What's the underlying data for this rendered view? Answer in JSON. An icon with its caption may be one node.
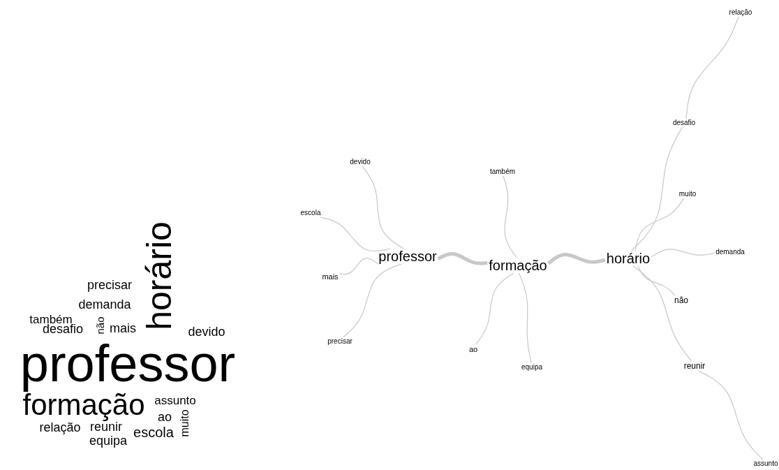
{
  "diagram": {
    "nodes": [
      {
        "text": [
          "professor"
        ]
      },
      {
        "text": [
          "formação"
        ]
      },
      {
        "text": [
          "horário"
        ]
      },
      {
        "text": [
          "devido"
        ]
      },
      {
        "text": [
          "escola"
        ]
      },
      {
        "text": [
          "mais"
        ]
      },
      {
        "text": [
          "precisar"
        ]
      },
      {
        "text": [
          "também"
        ]
      },
      {
        "text": [
          "ao"
        ]
      },
      {
        "text": [
          "equipa"
        ]
      },
      {
        "text": [
          "relação"
        ]
      },
      {
        "text": [
          "desafio"
        ]
      },
      {
        "text": [
          "muito"
        ]
      },
      {
        "text": [
          "demanda"
        ]
      },
      {
        "text": [
          "não"
        ]
      },
      {
        "text": [
          "reunir"
        ]
      },
      {
        "text": [
          "assunto"
        ]
      }
    ],
    "edges": [
      {
        "from": 0,
        "to": 1,
        "arrow": "none",
        "style": "thick"
      },
      {
        "from": 1,
        "to": 2,
        "arrow": "none",
        "style": "thick"
      },
      {
        "from": 0,
        "to": 3,
        "arrow": "none"
      },
      {
        "from": 0,
        "to": 4,
        "arrow": "none"
      },
      {
        "from": 0,
        "to": 5,
        "arrow": "none"
      },
      {
        "from": 0,
        "to": 6,
        "arrow": "none"
      },
      {
        "from": 1,
        "to": 7,
        "arrow": "none"
      },
      {
        "from": 1,
        "to": 8,
        "arrow": "none"
      },
      {
        "from": 1,
        "to": 9,
        "arrow": "none"
      },
      {
        "from": 2,
        "to": 11,
        "arrow": "none"
      },
      {
        "from": 11,
        "to": 10,
        "arrow": "none"
      },
      {
        "from": 2,
        "to": 12,
        "arrow": "none"
      },
      {
        "from": 2,
        "to": 13,
        "arrow": "none"
      },
      {
        "from": 2,
        "to": 14,
        "arrow": "none"
      },
      {
        "from": 2,
        "to": 15,
        "arrow": "none"
      },
      {
        "from": 15,
        "to": 16,
        "arrow": "none"
      }
    ],
    "labels": [
      "horário",
      "precisar",
      "demanda",
      "também",
      "não",
      "desafio",
      "mais",
      "devido",
      "professor",
      "formação",
      "assunto",
      "ao",
      "muito",
      "relação",
      "reunir",
      "escola",
      "equipa"
    ]
  }
}
